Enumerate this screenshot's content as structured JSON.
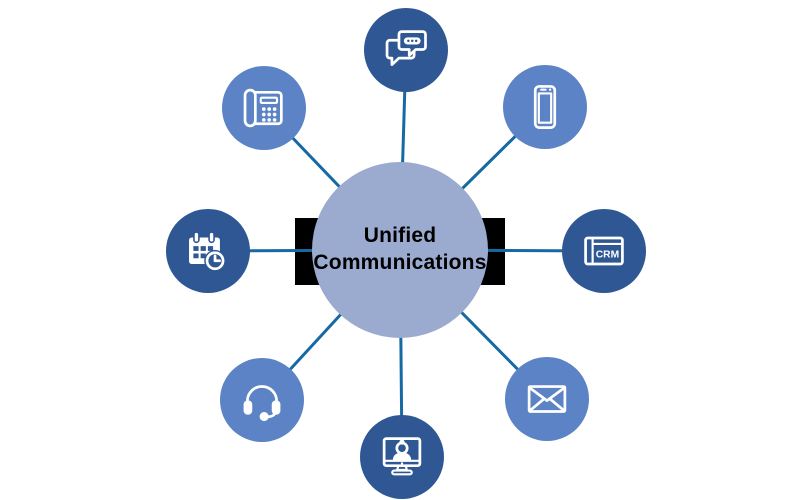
{
  "hub": {
    "line1": "Unified",
    "line2": "Communications"
  },
  "nodes": [
    {
      "name": "chat-messaging",
      "icon": "chat-bubbles-icon"
    },
    {
      "name": "mobile-phone",
      "icon": "smartphone-icon"
    },
    {
      "name": "crm-system",
      "icon": "crm-window-icon",
      "label": "CRM"
    },
    {
      "name": "email",
      "icon": "envelope-icon"
    },
    {
      "name": "video-conferencing",
      "icon": "video-call-monitor-icon"
    },
    {
      "name": "headset-support",
      "icon": "headset-icon"
    },
    {
      "name": "calendar-scheduling",
      "icon": "calendar-clock-icon"
    },
    {
      "name": "desk-phone",
      "icon": "desk-phone-icon"
    }
  ],
  "colors": {
    "hub_fill": "#9aabcf",
    "node_dark": "#2e5794",
    "node_medium": "#5b83c5",
    "connector": "#1569a5",
    "band": "#000000",
    "hub_text": "#000000",
    "icon_stroke": "#ffffff"
  }
}
